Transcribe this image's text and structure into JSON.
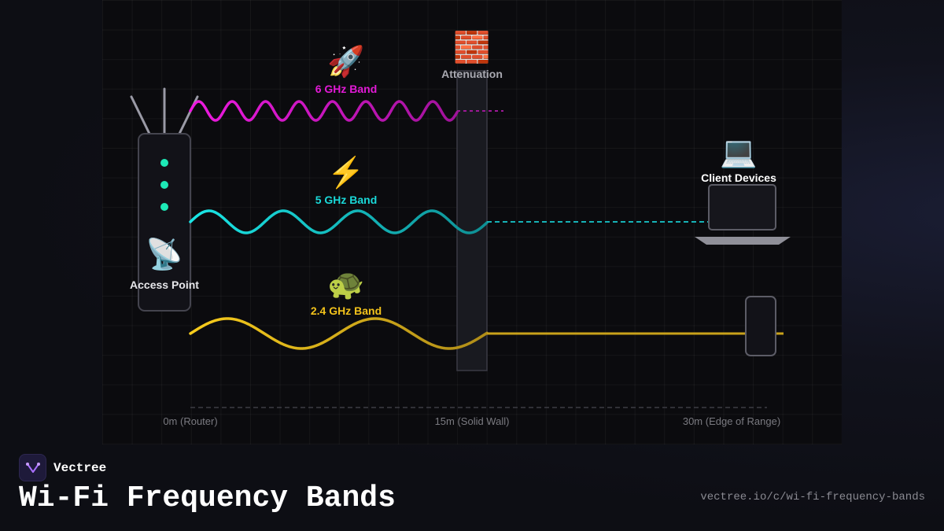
{
  "bands": [
    {
      "key": "ghz6",
      "label": "6 GHz Band",
      "emoji": "🚀",
      "color": "#e21ad6"
    },
    {
      "key": "ghz5",
      "label": "5 GHz Band",
      "emoji": "⚡",
      "color": "#1ad9d9"
    },
    {
      "key": "ghz24",
      "label": "2.4 GHz Band",
      "emoji": "🐢",
      "color": "#f2c21b"
    }
  ],
  "attenuation": {
    "label": "Attenuation",
    "emoji": "🧱"
  },
  "access_point": {
    "label": "Access Point",
    "emoji": "📡",
    "led_color": "#1de9b6"
  },
  "client_devices": {
    "label": "Client Devices",
    "emoji": "💻"
  },
  "axis": {
    "start": "0m (Router)",
    "middle": "15m (Solid Wall)",
    "end": "30m (Edge of Range)"
  },
  "footer": {
    "brand": "Vectree",
    "title": "Wi-Fi Frequency Bands",
    "url": "vectree.io/c/wi-fi-frequency-bands"
  }
}
